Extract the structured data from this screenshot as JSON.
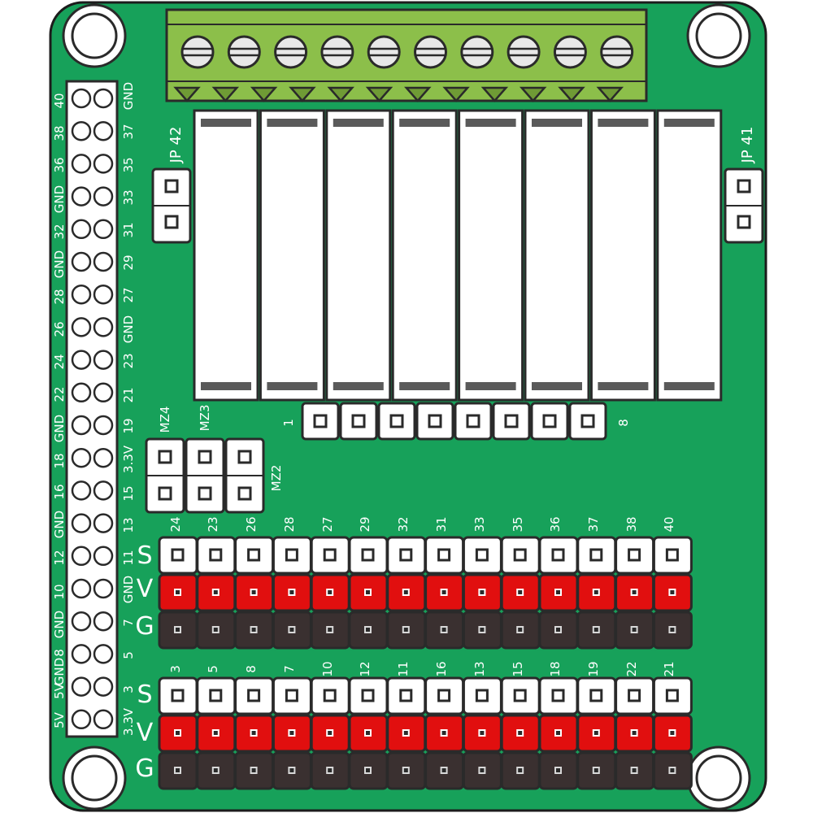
{
  "colors": {
    "pcb": "#17a15a",
    "pcb_outline": "#1c1c1c",
    "silk": "#ffffff",
    "terminal": "#8cbf4a",
    "terminal_dark": "#6f9b35",
    "relay": "#ffffff",
    "relay_stripe": "#5a5a5a",
    "pin_white": "#ffffff",
    "pin_red": "#e10f0f",
    "pin_black": "#3a3030",
    "pad": "#ffffff",
    "hole": "#c9c9c9"
  },
  "header40": {
    "left_labels": [
      "40",
      "38",
      "36",
      "GND",
      "32",
      "GND",
      "28",
      "26",
      "24",
      "22",
      "GND",
      "18",
      "16",
      "GND",
      "12",
      "10",
      "GND",
      "8",
      "GND",
      "5V",
      "5V"
    ],
    "right_labels": [
      "GND",
      "37",
      "35",
      "33",
      "31",
      "29",
      "27",
      "GND",
      "23",
      "21",
      "19",
      "3.3V",
      "15",
      "13",
      "11",
      "GND",
      "7",
      "5",
      "3",
      "3.3V"
    ]
  },
  "jumpers": {
    "jp42": "JP 42",
    "jp41": "JP 41",
    "mz4": "MZ4",
    "mz3": "MZ3",
    "mz2": "MZ2"
  },
  "relay_header": {
    "start": "1",
    "end": "8"
  },
  "svg_rows": {
    "s": "S",
    "v": "V",
    "g": "G"
  },
  "top_block_labels": [
    "24",
    "23",
    "26",
    "28",
    "27",
    "29",
    "32",
    "31",
    "33",
    "35",
    "36",
    "37",
    "38",
    "40"
  ],
  "bottom_block_labels": [
    "3",
    "5",
    "8",
    "7",
    "10",
    "12",
    "11",
    "16",
    "13",
    "15",
    "18",
    "19",
    "22",
    "21"
  ],
  "terminal_screw_count": 10,
  "relay_count": 8,
  "relay_pin_count": 8
}
